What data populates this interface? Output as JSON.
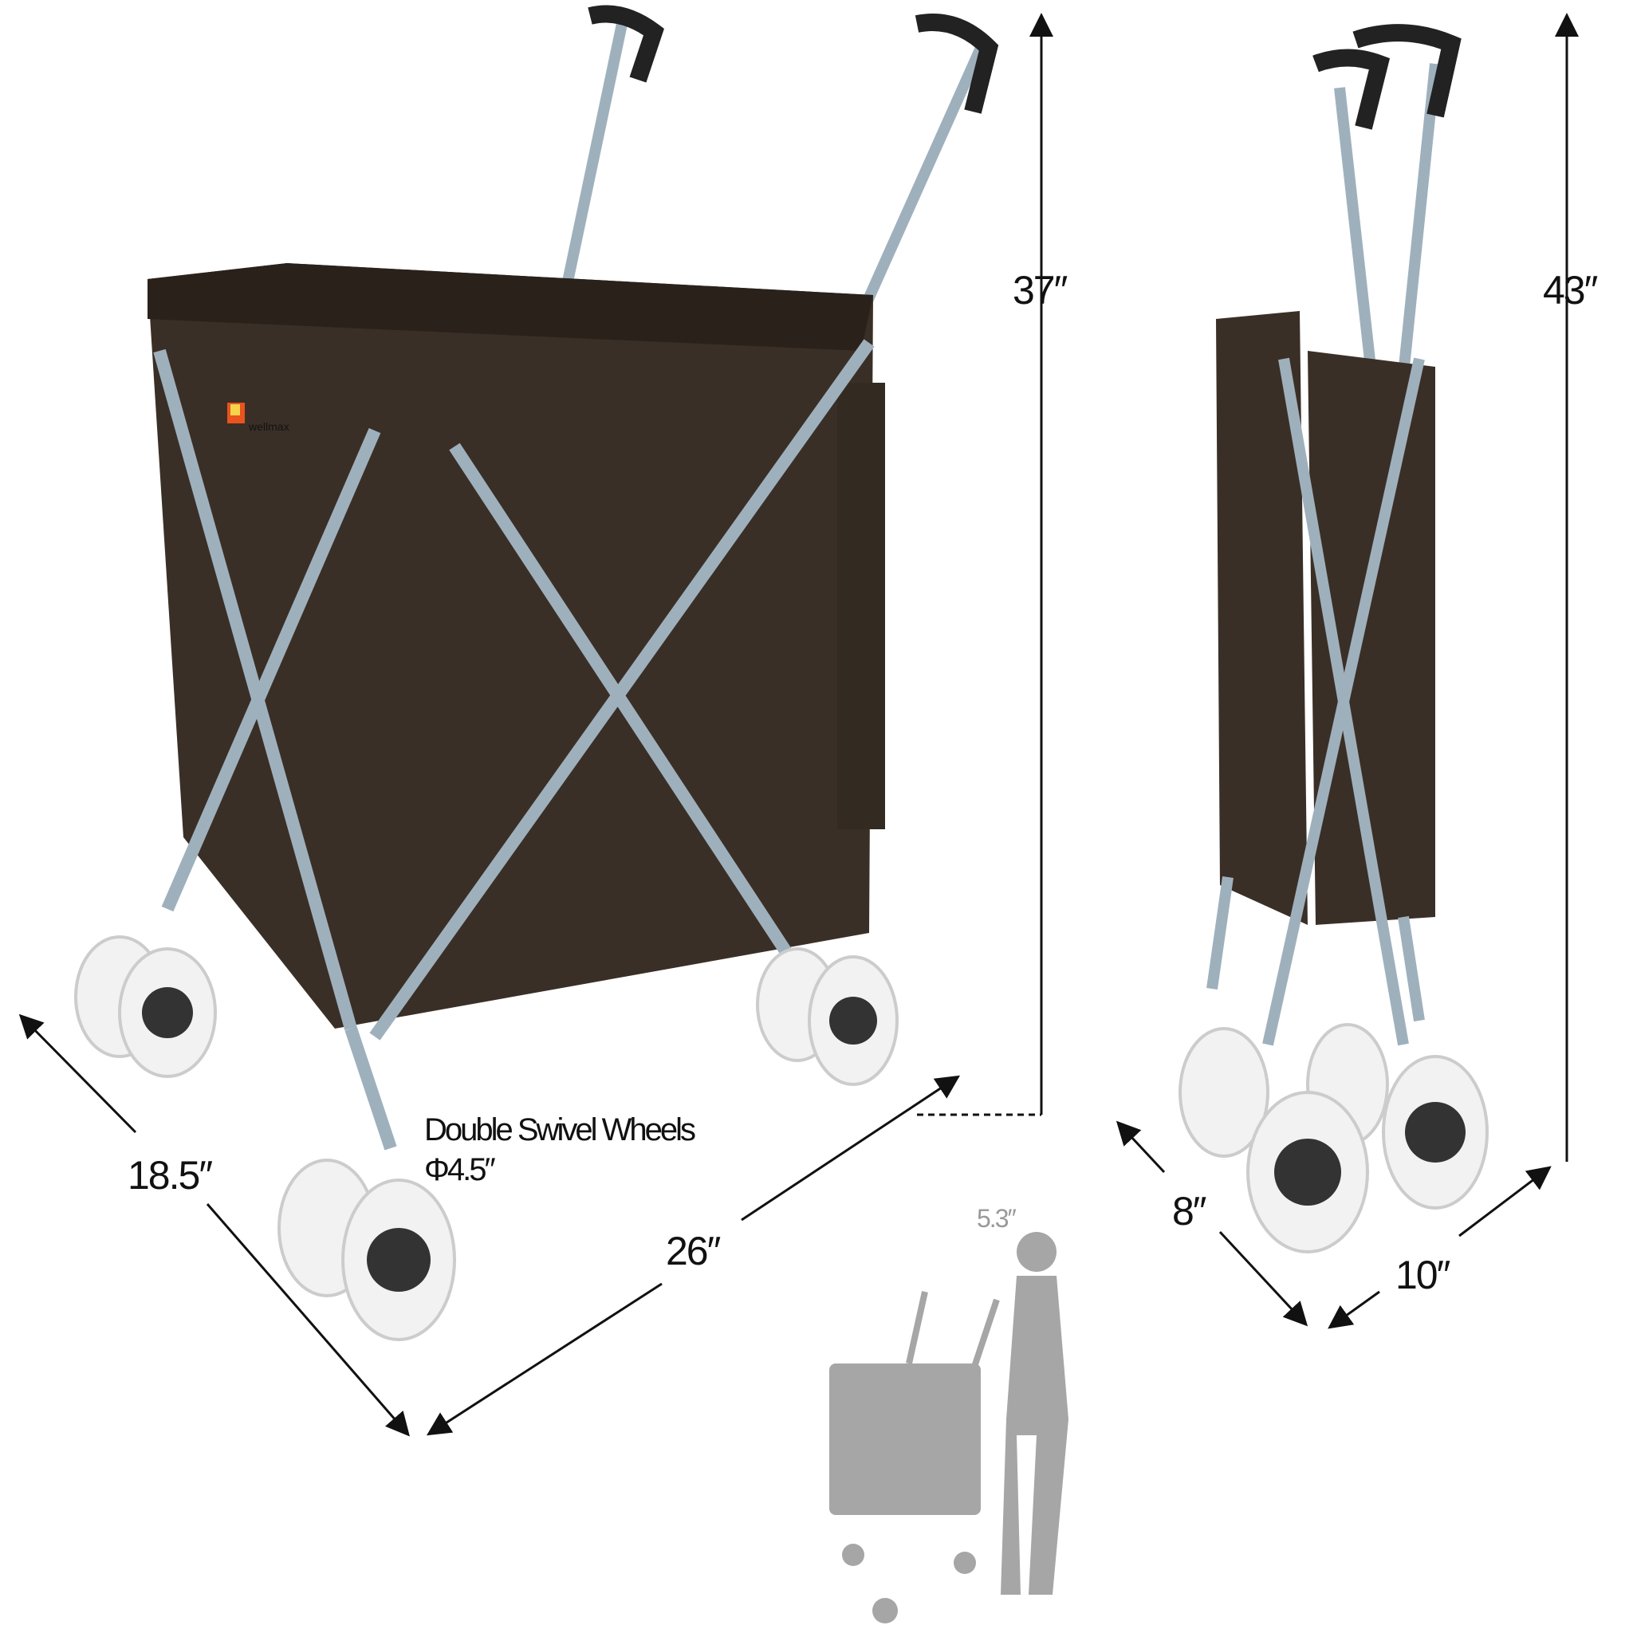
{
  "brand": "wellmax",
  "colors": {
    "bag": "#3a2f26",
    "frame": "#9fb0bd",
    "wheel": "#f2f2f2",
    "hub": "#333333",
    "silhouette": "#a6a6a6"
  },
  "dimensions": {
    "open_height": "37″",
    "folded_height": "43″",
    "depth": "18.5″",
    "width": "26″",
    "folded_depth": "8″",
    "folded_width": "10″",
    "person_height": "5.3″"
  },
  "wheels": {
    "label": "Double Swivel  Wheels",
    "diameter": "Φ4.5″"
  }
}
